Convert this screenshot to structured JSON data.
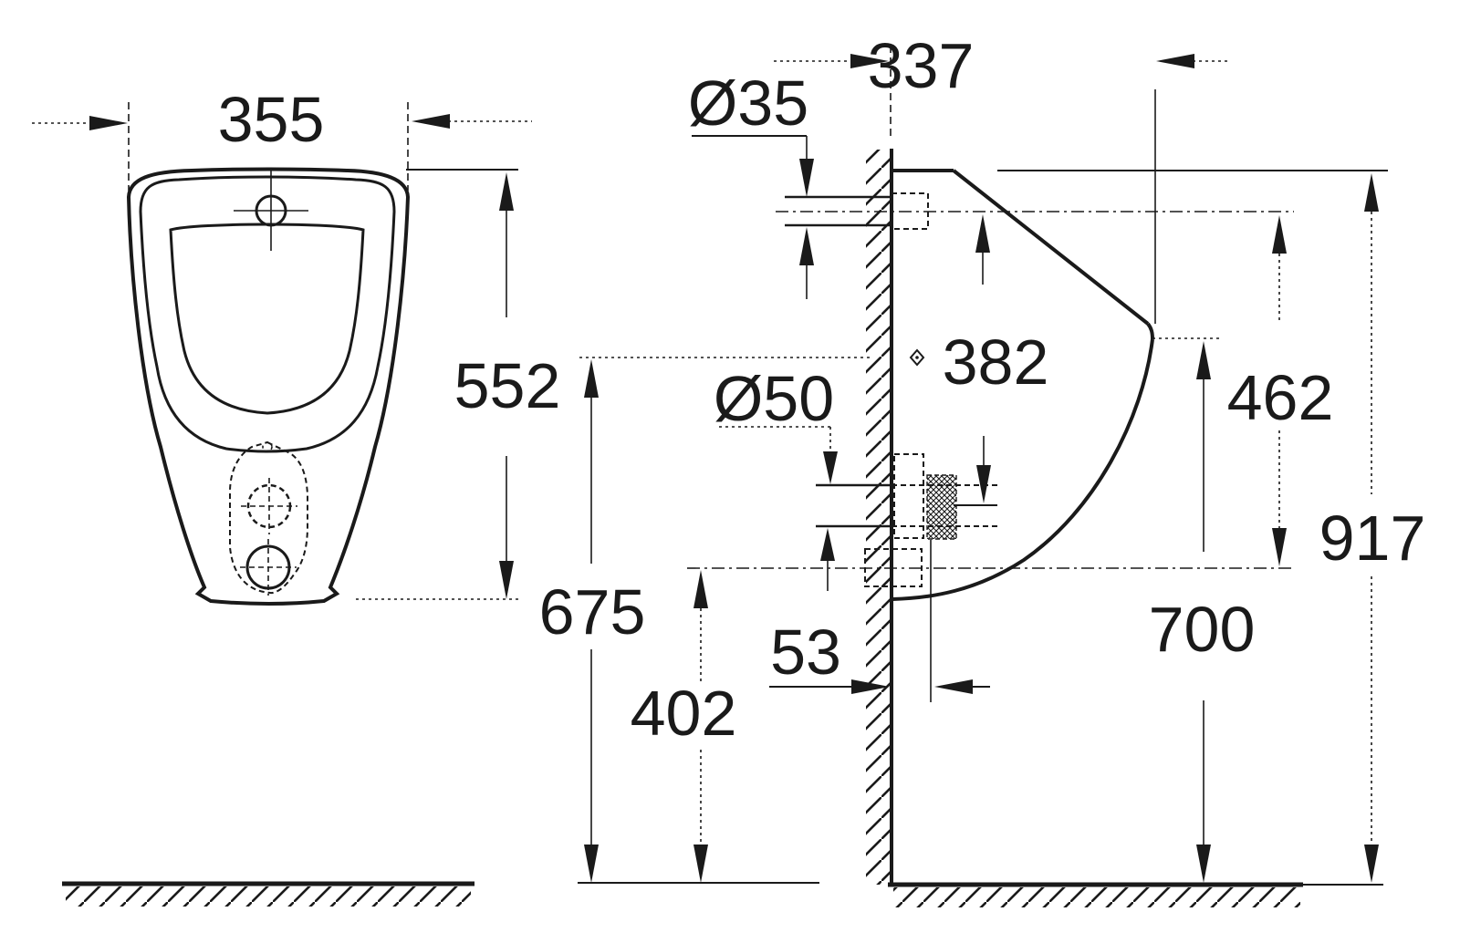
{
  "drawing": {
    "background_color": "#ffffff",
    "line_color": "#1a1a1a"
  },
  "dims": {
    "front_width": {
      "label": "355"
    },
    "front_height": {
      "label": "552"
    },
    "outlet_ref_height": {
      "label": "675"
    },
    "waste_pipe_height": {
      "label": "402"
    },
    "depth": {
      "label": "337"
    },
    "inlet_diameter": {
      "label": "Ø35"
    },
    "outlet_diameter": {
      "label": "Ø50"
    },
    "inlet_to_outlet": {
      "label": "382"
    },
    "spout_to_outlet": {
      "label": "462"
    },
    "overall_height": {
      "label": "917"
    },
    "spout_height": {
      "label": "700"
    },
    "outlet_wall_offset": {
      "label": "53"
    }
  }
}
